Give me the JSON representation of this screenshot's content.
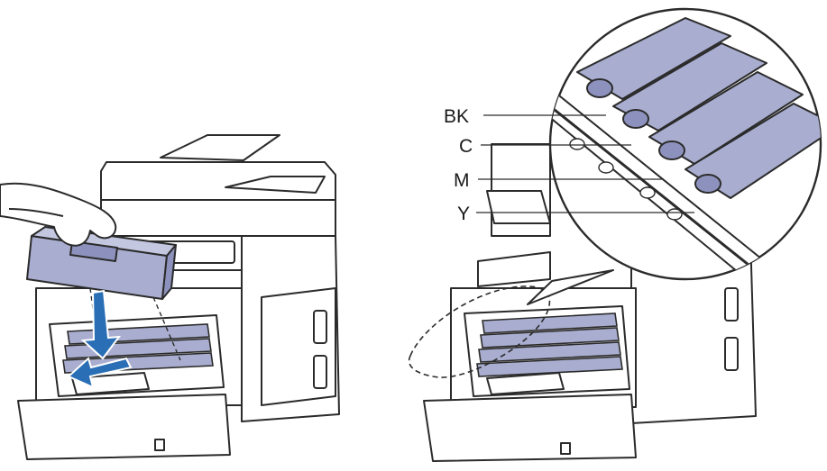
{
  "colors": {
    "line": "#2b2b2b",
    "cartridge": "#a9aed0",
    "cartridge_dark": "#8c92bd",
    "arrow": "#2a6fb5",
    "paper": "#ffffff"
  },
  "icons": [
    "hand-icon",
    "insert-arrow-icon",
    "slide-arrow-icon",
    "magnify-callout-icon"
  ],
  "toner_labels": [
    {
      "text": "BK"
    },
    {
      "text": "C"
    },
    {
      "text": "M"
    },
    {
      "text": "Y"
    }
  ]
}
